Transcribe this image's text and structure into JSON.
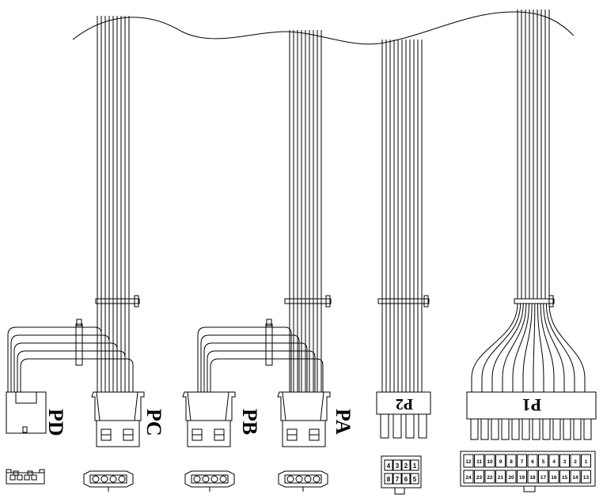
{
  "connectors": {
    "pd": {
      "label": "PD"
    },
    "pc": {
      "label": "PC"
    },
    "pb": {
      "label": "PB"
    },
    "pa": {
      "label": "PA"
    },
    "p2": {
      "label": "P2",
      "pins_top": [
        "4",
        "3",
        "2",
        "1"
      ],
      "pins_bottom": [
        "8",
        "7",
        "6",
        "5"
      ]
    },
    "p1": {
      "label": "P1",
      "pins_top": [
        "12",
        "11",
        "10",
        "9",
        "8",
        "7",
        "6",
        "5",
        "4",
        "3",
        "2",
        "1"
      ],
      "pins_bottom": [
        "24",
        "23",
        "22",
        "21",
        "20",
        "19",
        "18",
        "17",
        "16",
        "15",
        "14",
        "13"
      ]
    }
  }
}
